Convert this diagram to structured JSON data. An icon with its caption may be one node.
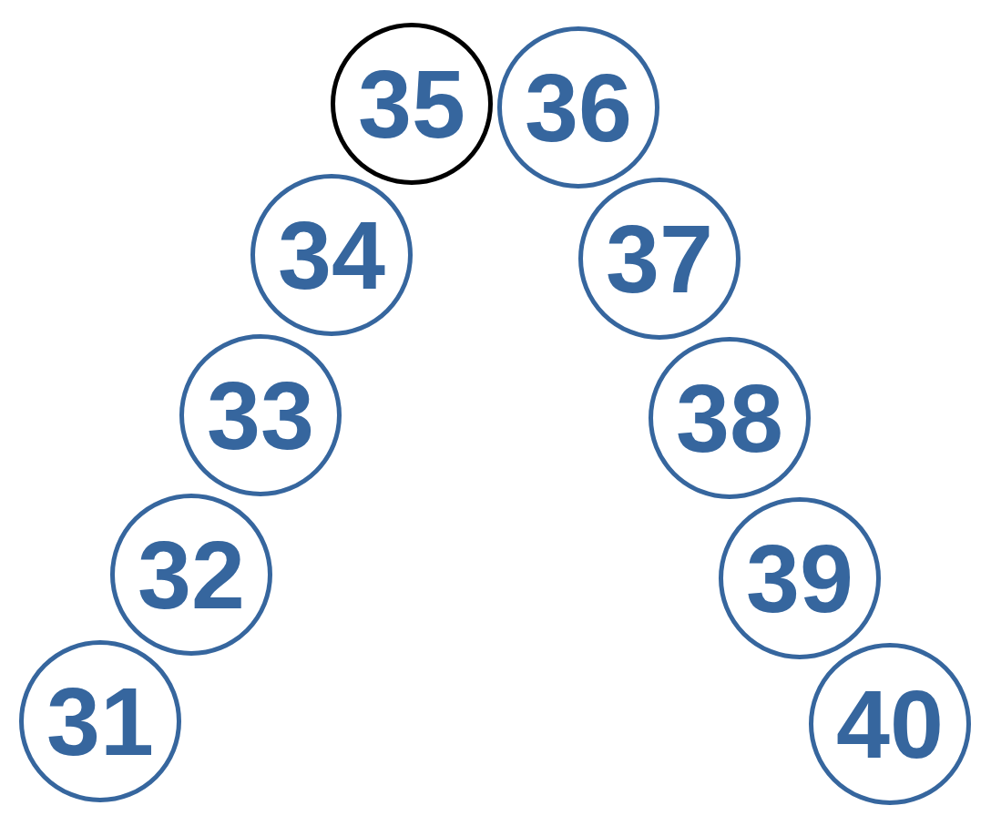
{
  "diagram": {
    "nodes": [
      {
        "text": [
          "31"
        ]
      },
      {
        "text": [
          "32"
        ]
      },
      {
        "text": [
          "33"
        ]
      },
      {
        "text": [
          "34"
        ]
      },
      {
        "text": [
          "35"
        ]
      },
      {
        "text": [
          "36"
        ]
      },
      {
        "text": [
          "37"
        ]
      },
      {
        "text": [
          "38"
        ]
      },
      {
        "text": [
          "39"
        ]
      },
      {
        "text": [
          "40"
        ]
      }
    ]
  }
}
